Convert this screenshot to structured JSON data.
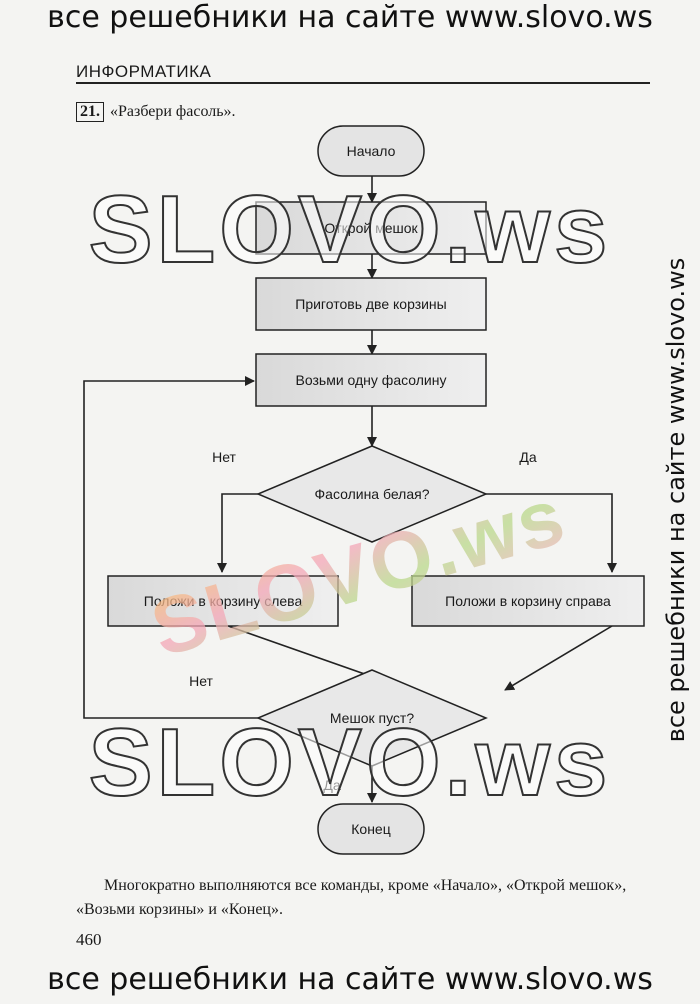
{
  "watermark": {
    "top": "все решебники на сайте www.slovo.ws",
    "bottom": "все решебники на сайте www.slovo.ws",
    "side": "все решебники на сайте www.slovo.ws",
    "big_logo": "SLOVO.ws",
    "color_logo": "SLOVO.ws"
  },
  "page": {
    "section_title": "ИНФОРМАТИКА",
    "task_number": "21.",
    "task_title": "«Разбери фасоль».",
    "caption": "Многократно выполняются все команды, кроме «Начало», «Открой мешок», «Возьми корзины» и «Конец».",
    "page_number": "460"
  },
  "flowchart": {
    "start": "Начало",
    "open_bag": "Открой мешок",
    "prepare_baskets": "Приготовь две корзины",
    "take_bean": "Возьми одну фасолину",
    "decision_white": "Фасолина белая?",
    "no_label_1": "Нет",
    "yes_label_1": "Да",
    "put_left": "Положи в корзину слева",
    "put_right": "Положи в корзину справа",
    "decision_empty": "Мешок пуст?",
    "no_label_2": "Нет",
    "yes_label_2": "Да",
    "end": "Конец"
  }
}
